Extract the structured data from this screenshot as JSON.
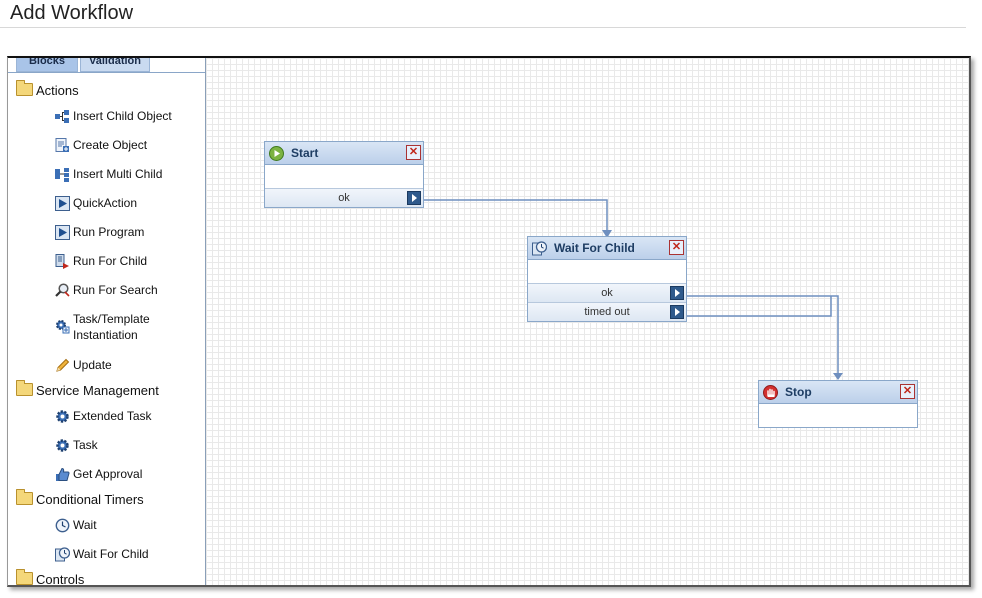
{
  "page": {
    "title": "Add Workflow"
  },
  "tabs": [
    {
      "label": "Blocks",
      "active": true
    },
    {
      "label": "Validation",
      "active": false
    }
  ],
  "palette": {
    "categories": [
      {
        "name": "Actions",
        "items": [
          {
            "label": "Insert Child Object",
            "icon": "insert-child-object-icon"
          },
          {
            "label": "Create Object",
            "icon": "create-object-icon"
          },
          {
            "label": "Insert Multi Child",
            "icon": "insert-multi-child-icon"
          },
          {
            "label": "QuickAction",
            "icon": "play-icon"
          },
          {
            "label": "Run Program",
            "icon": "play-icon"
          },
          {
            "label": "Run For Child",
            "icon": "run-for-child-icon"
          },
          {
            "label": "Run For Search",
            "icon": "search-magnifier-icon"
          },
          {
            "label": "Task/Template\nInstantiation",
            "icon": "task-template-gear-icon"
          },
          {
            "label": "Update",
            "icon": "pencil-icon"
          }
        ]
      },
      {
        "name": "Service Management",
        "items": [
          {
            "label": "Extended Task",
            "icon": "gear-icon"
          },
          {
            "label": "Task",
            "icon": "gear-icon"
          },
          {
            "label": "Get Approval",
            "icon": "thumbs-up-icon"
          }
        ]
      },
      {
        "name": "Conditional Timers",
        "items": [
          {
            "label": "Wait",
            "icon": "clock-icon"
          },
          {
            "label": "Wait For Child",
            "icon": "clock-child-icon"
          }
        ]
      },
      {
        "name": "Controls",
        "items": []
      }
    ]
  },
  "workflow": {
    "blocks": [
      {
        "id": "start",
        "title": "Start",
        "icon": "start-play-icon",
        "close": "✕",
        "ports": [
          "ok"
        ]
      },
      {
        "id": "wait-for-child",
        "title": "Wait For Child",
        "icon": "clock-child-icon",
        "close": "✕",
        "ports": [
          "ok",
          "timed out"
        ]
      },
      {
        "id": "stop",
        "title": "Stop",
        "icon": "stop-hand-icon",
        "close": "✕",
        "ports": []
      }
    ],
    "connections": [
      {
        "from": "start.ok",
        "to": "wait-for-child"
      },
      {
        "from": "wait-for-child.ok",
        "to": "stop"
      },
      {
        "from": "wait-for-child.timed out",
        "to": "stop"
      }
    ],
    "colors": {
      "connector": "#6f8fbf",
      "header": "#c7d8ee",
      "close": "#c0271b"
    }
  }
}
